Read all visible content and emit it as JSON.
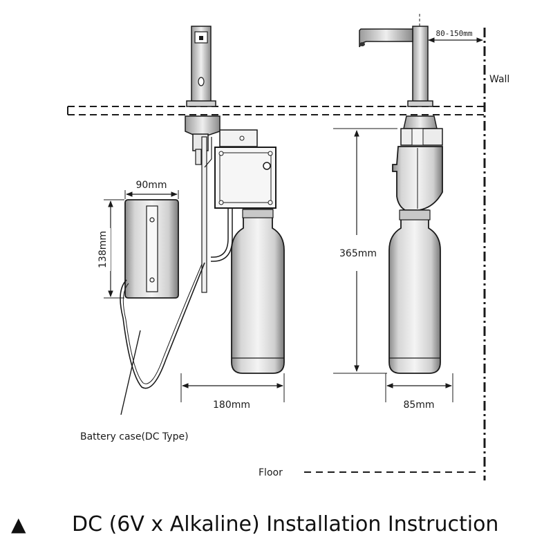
{
  "labels": {
    "wall": "Wall",
    "floor": "Floor",
    "battery_case": "Battery case(DC Type)"
  },
  "dimensions": {
    "wall_offset": "80-150mm",
    "battery_width": "90mm",
    "battery_height": "138mm",
    "total_height": "365mm",
    "width_left": "180mm",
    "width_right": "85mm"
  },
  "title": {
    "marker": "▲",
    "text": "DC (6V x Alkaline) Installation Instruction"
  },
  "colors": {
    "line": "#1a1a1a",
    "shade": "#9a9a9a",
    "light": "#e6e6e6"
  }
}
